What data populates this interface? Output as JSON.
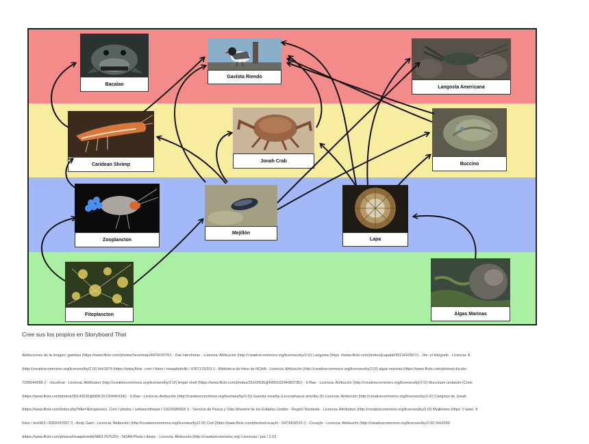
{
  "bands": {
    "colors": [
      "#f48b8b",
      "#f7ed9e",
      "#a3b8f7",
      "#a9f0a3"
    ]
  },
  "cards": {
    "bacalao": "Bacalao",
    "gaviota": "Gaviota Riendo",
    "langosta": "Langosta Americana",
    "shrimp": "Caridean Shrimp",
    "crab": "Jonah Crab",
    "buccino": "Buccino",
    "zooplancton": "Zooplancton",
    "mejillon": "Mejillón",
    "lapa": "Lapa",
    "fitoplancton": "Fitoplancton",
    "algas": "Algas Marinas"
  },
  "footer": {
    "cta": "Cree sus los propios en Storyboard That",
    "attributions": [
      "Atribuciones de la Imagen: gambas (https://www.flickr.com/photos/hershman/497419276/) - Dan Hershman - Licencia: Atribución (http://creativecommons.org/licenses/by/2.0/) Langosta (https ://www.flickr.com/photos/jcapaldi/3913410567/) - Jim, el fotógrafo - Licencia: A",
      "(http://creativecommons.org/licenses/by/2.0/) fish1879 (https://www.flickr .com / fotos / noaaphotolib / 9787176253 /) - Biblioteca de fotos de NOAA - Licencia: Atribución (http://creativecommons.org/licenses/by/2.0/) algas marinas (https://www.flickr.com/photos/cluczko",
      "7299044368 /) - cluczkow - Licencia: Attribution (http://creativecommons.org/licenses/by/2.0/) limpet shell (https://www.flickr.com/photos/35142635@N05/16294083736/) - S Rae - Licencia: Atribución (http://creativecommons.org/licenses/by/2.0/) Buccinum undatum (Comi",
      "(https://www.flickr.com/photos/35142635@N05/15720445434/) - S Rae - Licencia: Atribución (http://creativecommons.org/licenses/by/2.0/) Gaviota risueña (Leucophaeus atricilla) (fri Licencia: Atribución (http://creativecommons.org/licenses/by/2.0/) Cangrejo de Jonah",
      "(https://www.flickr.com/index.php?title=Acroptozoo) .Com / photos / usfwsnortheast / 11620580556 /) - Servicio de Pesca y Vida Silvestre de los Estados Unidos - Región Nordeste - Licencia: Attribution (http://creativecommons.org/licenses/by/2.0/) Mejillones (https: // www .fl",
      "fotos / toshi53 / 8352047607 /) - Andy Gant - Licencia: Atribución (http://creativecommons.org/licenses/by/2.0/) Cod (https://www.flickr.com/photos/cocayh/ - 5473416510 /) - Cocayhi - Licencia: Atribución (http://creativecommons.org/licenses/by/2.0/) fish3260",
      "(https://www.flickr.com/photos/noaaphotolib/9861767625/) - NOAA Photo Library - Licencia: Atribución (http://creativecommons.org/ Licencias / por / 2.0/)"
    ]
  }
}
